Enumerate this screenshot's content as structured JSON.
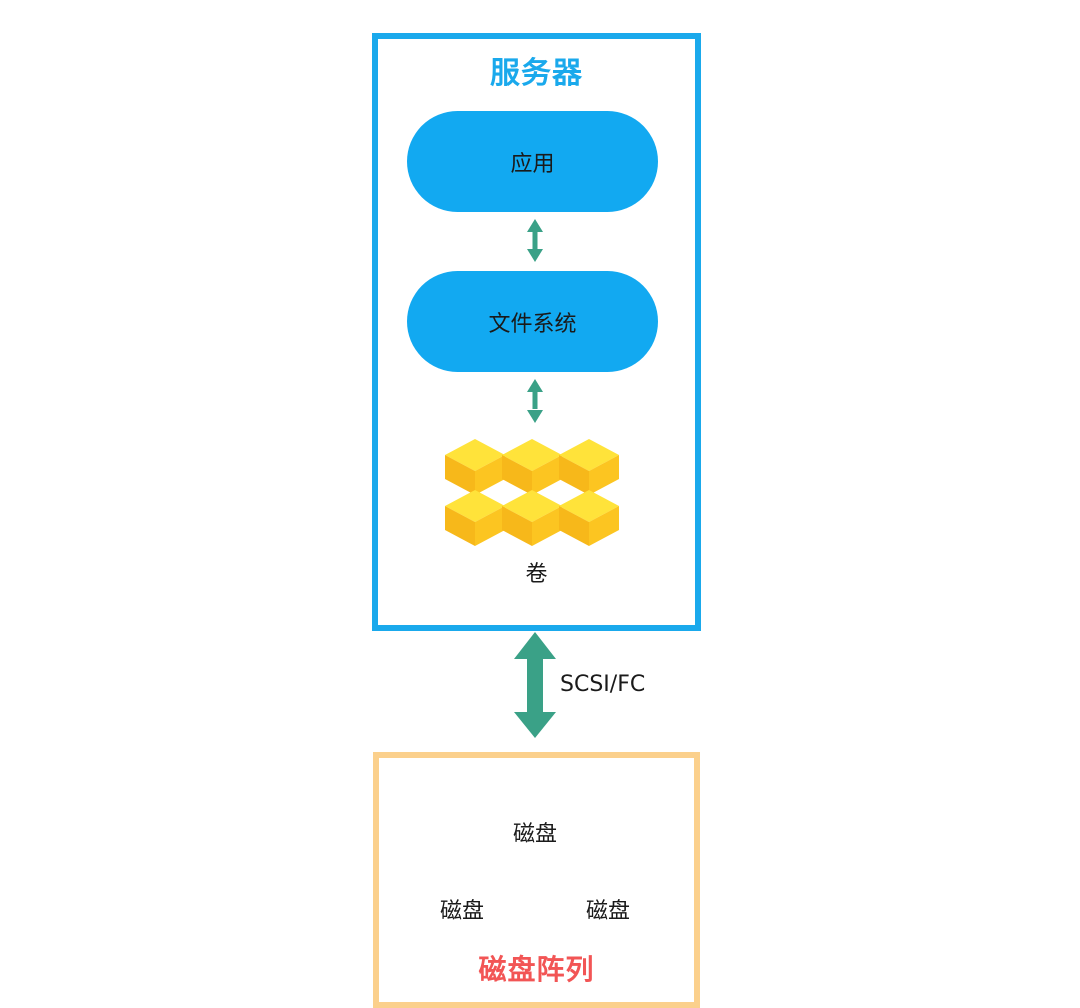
{
  "server": {
    "title": "服务器",
    "app_label": "应用",
    "fs_label": "文件系统",
    "volume_label": "卷"
  },
  "connection": {
    "label": "SCSI/FC"
  },
  "disk_array": {
    "title": "磁盘阵列",
    "disks": [
      {
        "label": "磁盘"
      },
      {
        "label": "磁盘"
      },
      {
        "label": "磁盘"
      }
    ]
  },
  "colors": {
    "server_border": "#1aa9ec",
    "pill_fill": "#12a9f1",
    "arrow": "#3aa187",
    "cube_top": "#ffe33a",
    "cube_left": "#f7b81a",
    "cube_right": "#fcc521",
    "disk_array_border": "#fbd08c",
    "disk_fill": "#f6b3ba",
    "disk_array_title": "#f25555"
  }
}
